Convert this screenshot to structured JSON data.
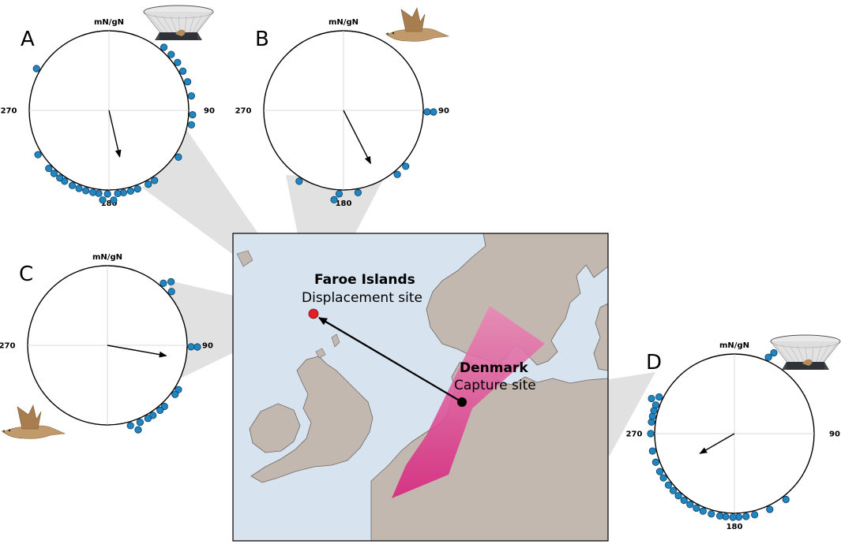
{
  "colors": {
    "sea": "#d7e3ef",
    "land": "#c3b8af",
    "coast": "#6e6864",
    "dot": "#1f86c2",
    "dot_edge": "#0d3b5e",
    "arrow_band": "#d6267f",
    "displacement_point": "#e11f26",
    "capture_point": "#000000",
    "cone": "#c8c8c8"
  },
  "map": {
    "displacement": {
      "name": "Faroe Islands",
      "role": "Displacement site"
    },
    "capture": {
      "name": "Denmark",
      "role": "Capture site"
    }
  },
  "chart_data": [
    {
      "type": "circular",
      "panel": "A",
      "axis_labels": {
        "north": "mN/gN",
        "east": "90",
        "south": "180",
        "west": "270"
      },
      "icon": "funnel-cage-icon",
      "mean_direction_deg": 167,
      "mean_vector_length": 0.6,
      "bearings_deg": [
        300,
        41,
        48,
        55,
        62,
        70,
        80,
        93,
        100,
        238,
        124,
        147,
        152,
        160,
        165,
        170,
        174,
        177,
        181,
        184,
        187,
        191,
        196,
        201,
        206,
        212,
        216,
        221,
        226
      ]
    },
    {
      "type": "circular",
      "panel": "B",
      "axis_labels": {
        "north": "mN/gN",
        "east": "90",
        "south": "180",
        "west": "270"
      },
      "icon": "bird-icon",
      "mean_direction_deg": 153,
      "mean_vector_length": 0.75,
      "bearings_deg": [
        91,
        91,
        132,
        140,
        170,
        183,
        186,
        212
      ]
    },
    {
      "type": "circular",
      "panel": "C",
      "axis_labels": {
        "north": "mN/gN",
        "east": "90",
        "south": "",
        "west": "270"
      },
      "icon": "bird-icon",
      "mean_direction_deg": 100,
      "mean_vector_length": 0.75,
      "bearings_deg": [
        42,
        45,
        50,
        91,
        91,
        122,
        126,
        137,
        141,
        147,
        151,
        157,
        160,
        164
      ]
    },
    {
      "type": "circular",
      "panel": "D",
      "axis_labels": {
        "north": "mN/gN",
        "east": "90",
        "south": "180",
        "west": "270"
      },
      "icon": "funnel-cage-icon",
      "mean_direction_deg": 240,
      "mean_vector_length": 0.5,
      "bearings_deg": [
        24,
        26,
        142,
        155,
        166,
        172,
        177,
        181,
        186,
        190,
        196,
        202,
        207,
        212,
        217,
        222,
        227,
        232,
        238,
        243,
        250,
        258,
        270,
        278,
        282,
        286,
        290,
        293,
        296
      ]
    }
  ]
}
